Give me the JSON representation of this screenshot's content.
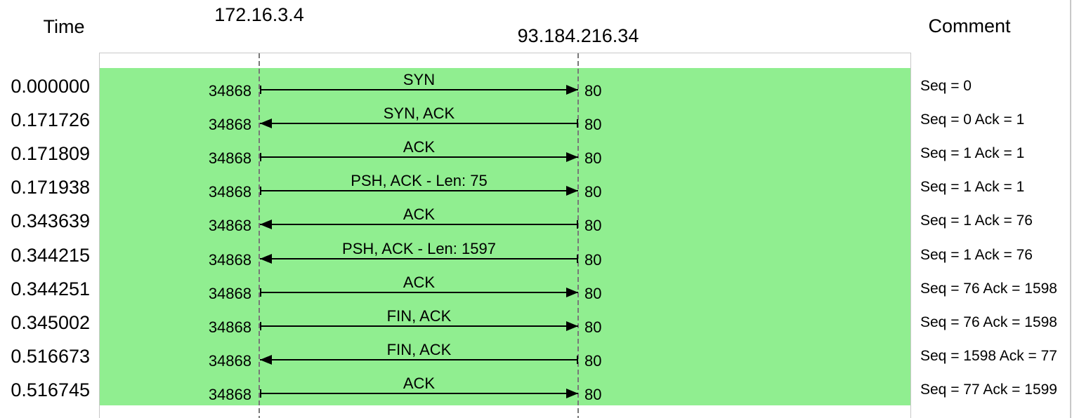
{
  "header": {
    "time": "Time",
    "node_left": "172.16.3.4",
    "node_right": "93.184.216.34",
    "comment": "Comment"
  },
  "flows": [
    {
      "time": "0.000000",
      "src_port": "34868",
      "dst_port": "80",
      "label": "SYN",
      "direction": "right",
      "comment": "Seq = 0"
    },
    {
      "time": "0.171726",
      "src_port": "34868",
      "dst_port": "80",
      "label": "SYN, ACK",
      "direction": "left",
      "comment": "Seq = 0 Ack = 1"
    },
    {
      "time": "0.171809",
      "src_port": "34868",
      "dst_port": "80",
      "label": "ACK",
      "direction": "right",
      "comment": "Seq = 1 Ack = 1"
    },
    {
      "time": "0.171938",
      "src_port": "34868",
      "dst_port": "80",
      "label": "PSH, ACK - Len: 75",
      "direction": "right",
      "comment": "Seq = 1 Ack = 1"
    },
    {
      "time": "0.343639",
      "src_port": "34868",
      "dst_port": "80",
      "label": "ACK",
      "direction": "left",
      "comment": "Seq = 1 Ack = 76"
    },
    {
      "time": "0.344215",
      "src_port": "34868",
      "dst_port": "80",
      "label": "PSH, ACK - Len: 1597",
      "direction": "left",
      "comment": "Seq = 1 Ack = 76"
    },
    {
      "time": "0.344251",
      "src_port": "34868",
      "dst_port": "80",
      "label": "ACK",
      "direction": "right",
      "comment": "Seq = 76 Ack = 1598"
    },
    {
      "time": "0.345002",
      "src_port": "34868",
      "dst_port": "80",
      "label": "FIN, ACK",
      "direction": "right",
      "comment": "Seq = 76 Ack = 1598"
    },
    {
      "time": "0.516673",
      "src_port": "34868",
      "dst_port": "80",
      "label": "FIN, ACK",
      "direction": "left",
      "comment": "Seq = 1598 Ack = 77"
    },
    {
      "time": "0.516745",
      "src_port": "34868",
      "dst_port": "80",
      "label": "ACK",
      "direction": "right",
      "comment": "Seq = 77 Ack = 1599"
    }
  ],
  "colors": {
    "band": "#90ee90",
    "arrow": "#000000",
    "lifeline": "#787878",
    "border": "#c8c8c8"
  }
}
